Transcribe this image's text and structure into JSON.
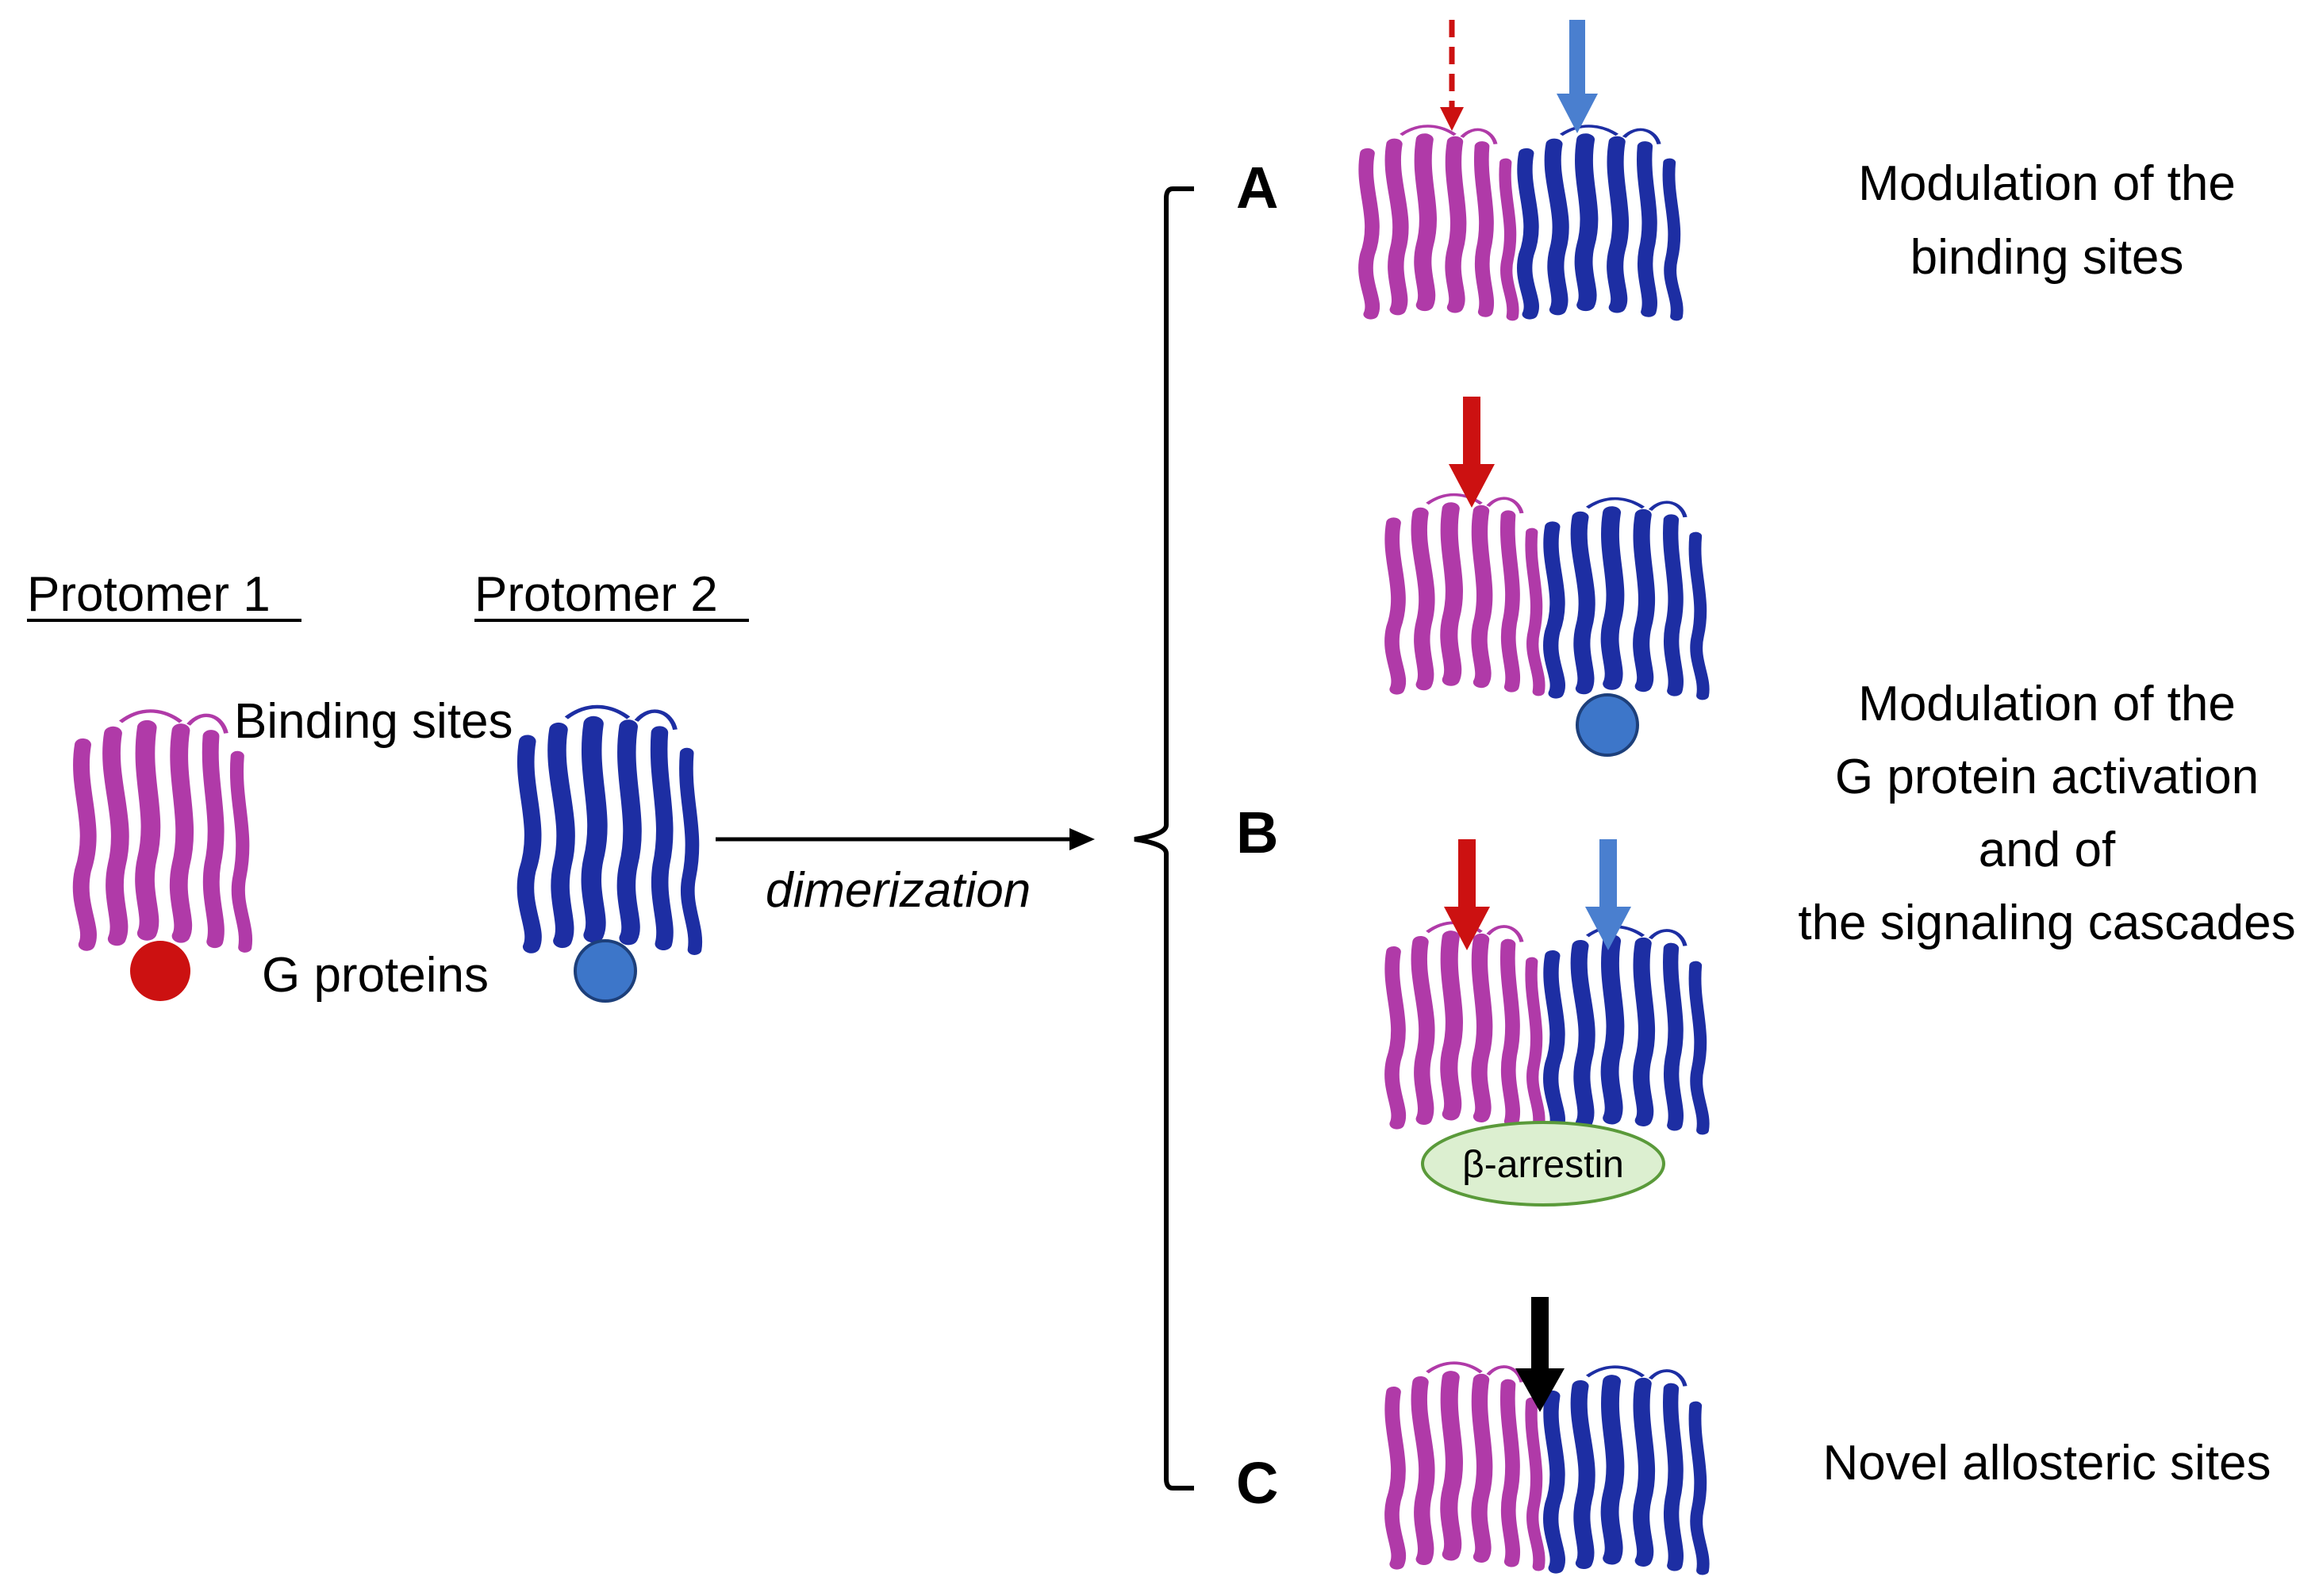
{
  "protomer1": {
    "label": "Protomer 1",
    "color": "#b03aa8",
    "gprotein_color": "#cc1111"
  },
  "protomer2": {
    "label": "Protomer 2",
    "color": "#1d2ea3",
    "gprotein_color": "#3d76c9"
  },
  "labels": {
    "binding_sites": "Binding sites",
    "g_proteins": "G proteins",
    "dimerization": "dimerization"
  },
  "outcomes": {
    "A": {
      "letter": "A",
      "lines": [
        "Modulation of the",
        "binding sites"
      ]
    },
    "B": {
      "letter": "B",
      "lines": [
        "Modulation of the",
        "G protein activation",
        "and of",
        "the signaling cascades"
      ],
      "arrestin": "β-arrestin"
    },
    "C": {
      "letter": "C",
      "lines": [
        "Novel allosteric sites"
      ]
    }
  },
  "arrow_colors": {
    "red": "#cc1111",
    "blue": "#4a7fcf",
    "black": "#000000"
  },
  "arrestin_fill": "#dcefd0",
  "arrestin_stroke": "#5a9a3a"
}
